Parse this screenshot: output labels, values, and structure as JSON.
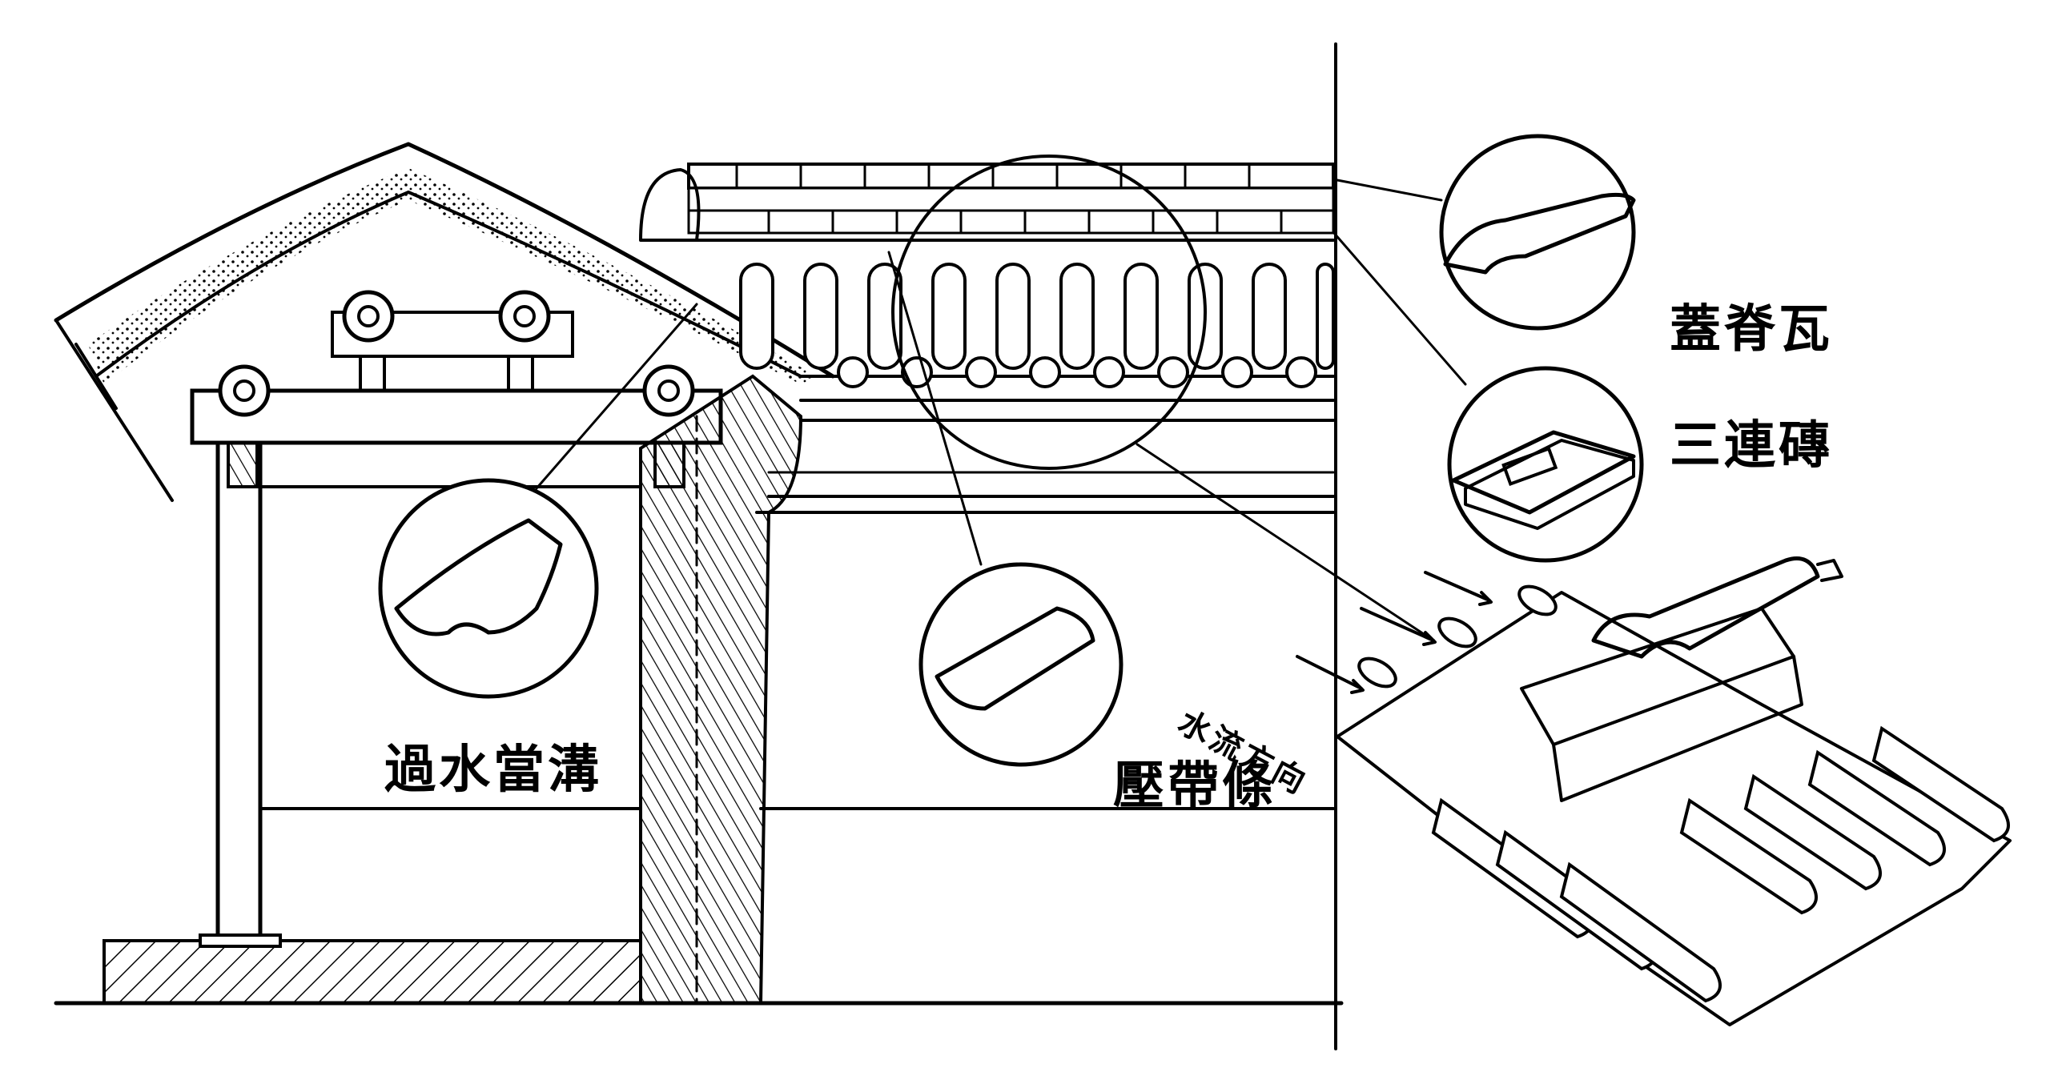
{
  "diagram": {
    "labels": {
      "gouzhi_wa": "蓋脊瓦",
      "sanlian_zhuan": "三連磚",
      "guoshui_dangou": "過水當溝",
      "yadai_tiao": "壓帶條",
      "water_direction": "水流方向"
    }
  }
}
